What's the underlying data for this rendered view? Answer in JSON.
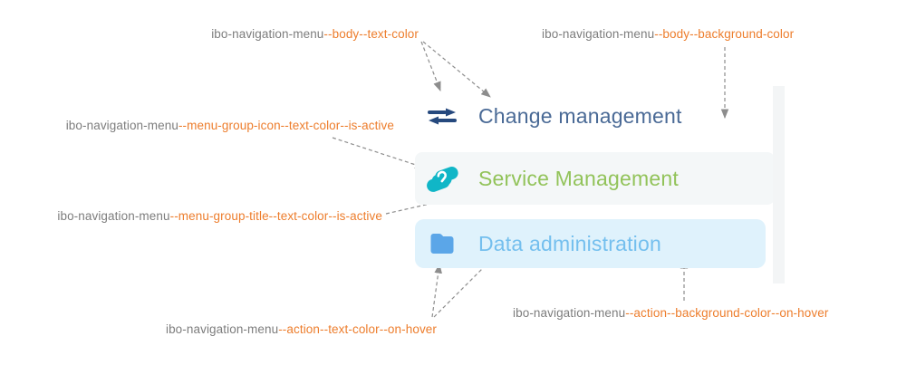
{
  "component": "ibo-navigation-menu",
  "annotations": [
    {
      "id": "body-text-color",
      "prefix": "ibo-navigation-menu",
      "token": "--body--text-color"
    },
    {
      "id": "body-background-color",
      "prefix": "ibo-navigation-menu",
      "token": "--body--background-color"
    },
    {
      "id": "menu-group-icon-text-color-is-active",
      "prefix": "ibo-navigation-menu",
      "token": "--menu-group-icon--text-color--is-active"
    },
    {
      "id": "menu-group-title-text-color-is-active",
      "prefix": "ibo-navigation-menu",
      "token": "--menu-group-title--text-color--is-active"
    },
    {
      "id": "action-text-color-on-hover",
      "prefix": "ibo-navigation-menu",
      "token": "--action--text-color--on-hover"
    },
    {
      "id": "action-background-color-on-hover",
      "prefix": "ibo-navigation-menu",
      "token": "--action--background-color--on-hover"
    }
  ],
  "menu": {
    "items": [
      {
        "label": "Change management",
        "icon": "swap-arrows-icon",
        "state": "default"
      },
      {
        "label": "Service Management",
        "icon": "handshake-icon",
        "state": "is-active"
      },
      {
        "label": "Data administration",
        "icon": "folder-icon",
        "state": "on-hover"
      }
    ]
  },
  "colors": {
    "body_text_color": "#4a6a96",
    "body_background_color": "#ffffff",
    "menu_group_icon_text_color_is_active": "#10b6c7",
    "menu_group_title_text_color_is_active": "#92c35a",
    "action_text_color_on_hover": "#74bfee",
    "action_background_color_on_hover": "#dff2fc",
    "default_item_icon": "#26497e",
    "hover_item_icon": "#5ba6e8",
    "active_row_background": "#f4f7f8",
    "scrollbar_track": "#f3f5f6",
    "annotation_text": "#7d7d7d",
    "annotation_token": "#ed7d2c",
    "arrow": "#8d8d8d"
  }
}
